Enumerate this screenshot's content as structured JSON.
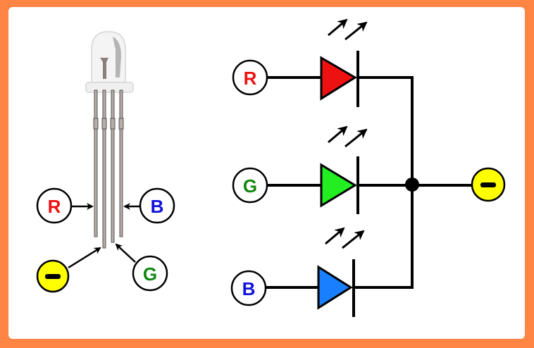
{
  "colors": {
    "frame": "#ff8545",
    "red": "#ee1111",
    "green": "#118811",
    "blue": "#1111dd",
    "led_red": "#ee1111",
    "led_green": "#22ee22",
    "led_blue": "#1a7fff",
    "negative": "#ffff00",
    "lead": "#b8aca8"
  },
  "left_labels": {
    "r": "R",
    "b": "B",
    "g": "G",
    "neg": "–"
  },
  "schematic_labels": {
    "r": "R",
    "g": "G",
    "b": "B",
    "neg": "–"
  }
}
